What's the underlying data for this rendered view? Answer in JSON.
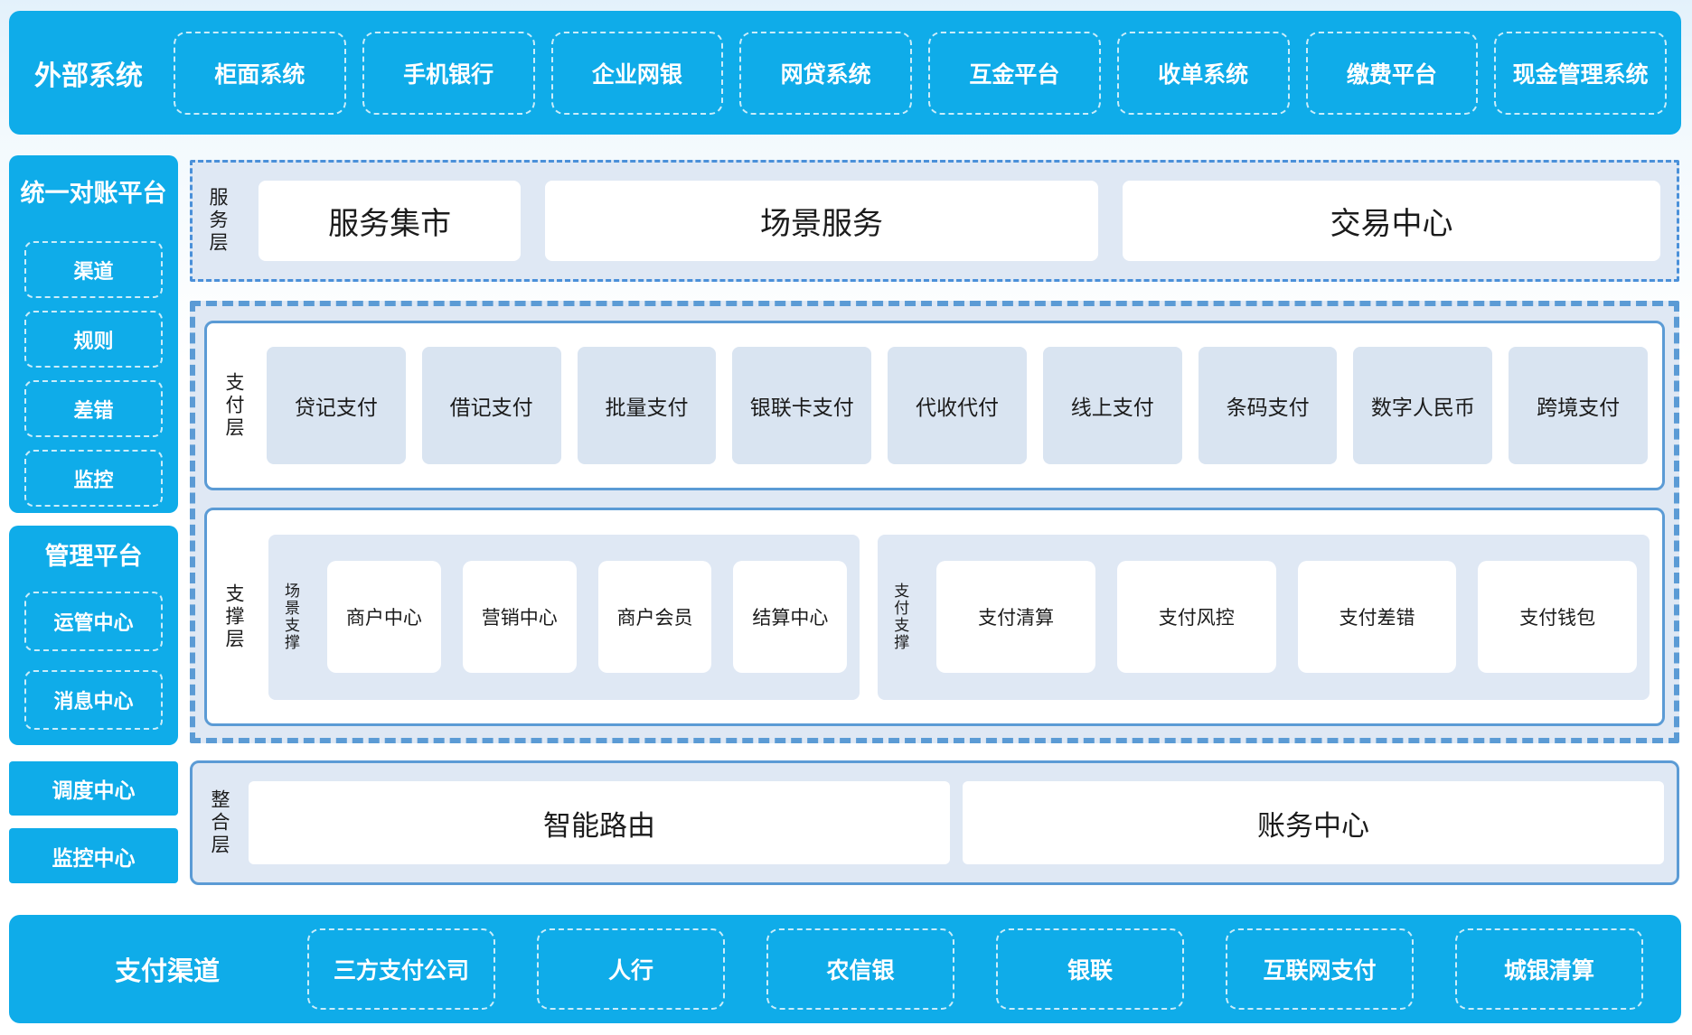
{
  "colors": {
    "accent_blue": "#0FACE9",
    "section_bg": "#DFE8F4",
    "item_blue": "#D9E4F1",
    "border_blue": "#5B9BD5",
    "text_dark": "#1B1B1B"
  },
  "top_bar": {
    "label": "外部系统",
    "items": [
      "柜面系统",
      "手机银行",
      "企业网银",
      "网贷系统",
      "互金平台",
      "收单系统",
      "缴费平台",
      "现金管理系统"
    ]
  },
  "sidebar": {
    "reconciliation_panel": {
      "title": "统一对账平台",
      "items": [
        "渠道",
        "规则",
        "差错",
        "监控"
      ]
    },
    "management_panel": {
      "title": "管理平台",
      "items": [
        "运管中心",
        "消息中心"
      ]
    },
    "solo_boxes": [
      "调度中心",
      "监控中心"
    ]
  },
  "service_layer": {
    "label": "服务层",
    "items": [
      "服务集市",
      "场景服务",
      "交易中心"
    ]
  },
  "payment_layer": {
    "label": "支付层",
    "items": [
      "贷记支付",
      "借记支付",
      "批量支付",
      "银联卡支付",
      "代收代付",
      "线上支付",
      "条码支付",
      "数字人民币",
      "跨境支付"
    ]
  },
  "support_layer": {
    "label": "支撑层",
    "groups": [
      {
        "label": "场景支撑",
        "items": [
          "商户中心",
          "营销中心",
          "商户会员",
          "结算中心"
        ]
      },
      {
        "label": "支付支撑",
        "items": [
          "支付清算",
          "支付风控",
          "支付差错",
          "支付钱包"
        ]
      }
    ]
  },
  "integration_layer": {
    "label": "整合层",
    "items": [
      "智能路由",
      "账务中心"
    ]
  },
  "bottom_bar": {
    "label": "支付渠道",
    "items": [
      "三方支付公司",
      "人行",
      "农信银",
      "银联",
      "互联网支付",
      "城银清算"
    ]
  }
}
